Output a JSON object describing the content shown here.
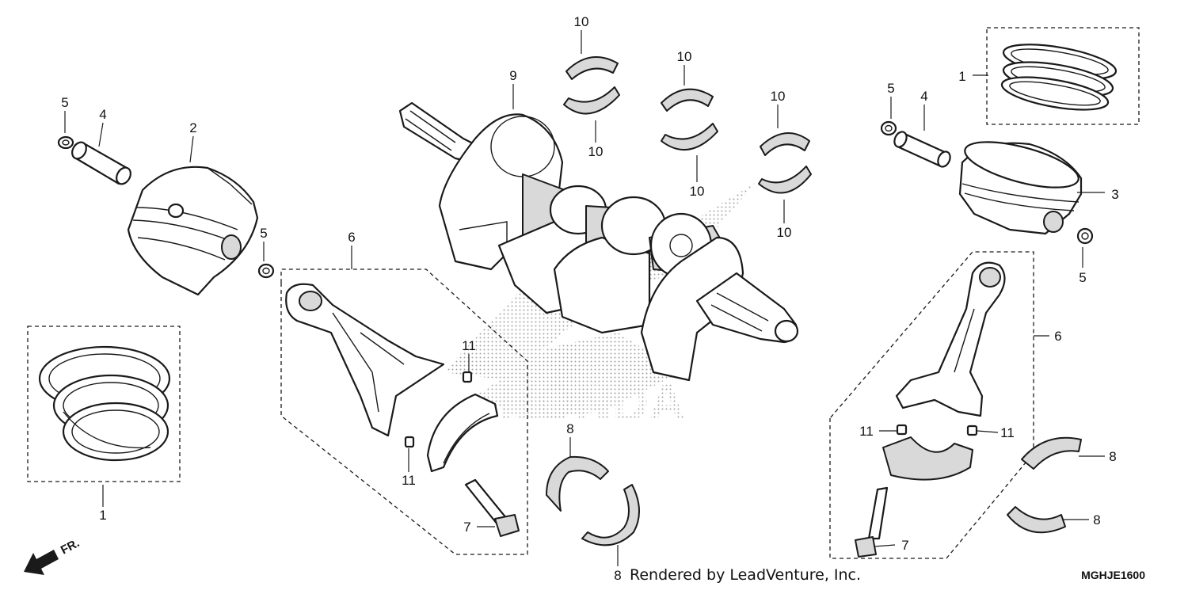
{
  "callouts": {
    "ring_set_left": "1",
    "ring_set_right": "1",
    "piston_left": "2",
    "piston_right": "3",
    "pin_left": "4",
    "pin_right": "4",
    "clip_left_top": "5",
    "clip_left_mid": "5",
    "clip_right_top": "5",
    "clip_right_bottom": "5",
    "rod_left": "6",
    "rod_right": "6",
    "bolt_left": "7",
    "bolt_right": "7",
    "bearing_mid_top": "8",
    "bearing_mid_bottom": "8",
    "bearing_right_top": "8",
    "bearing_right_bottom": "8",
    "crankshaft": "9",
    "main_1_top": "10",
    "main_1_bottom": "10",
    "main_2_top": "10",
    "main_2_bottom": "10",
    "main_3_top": "10",
    "main_3_bottom": "10",
    "dowel_left_top": "11",
    "dowel_left_bottom": "11",
    "dowel_right_a": "11",
    "dowel_right_b": "11"
  },
  "watermark": {
    "brand": "HONDA"
  },
  "footer": {
    "credit": "Rendered by LeadVenture, Inc.",
    "diagram_code": "MGHJE1600"
  },
  "orientation": {
    "label": "FR."
  }
}
